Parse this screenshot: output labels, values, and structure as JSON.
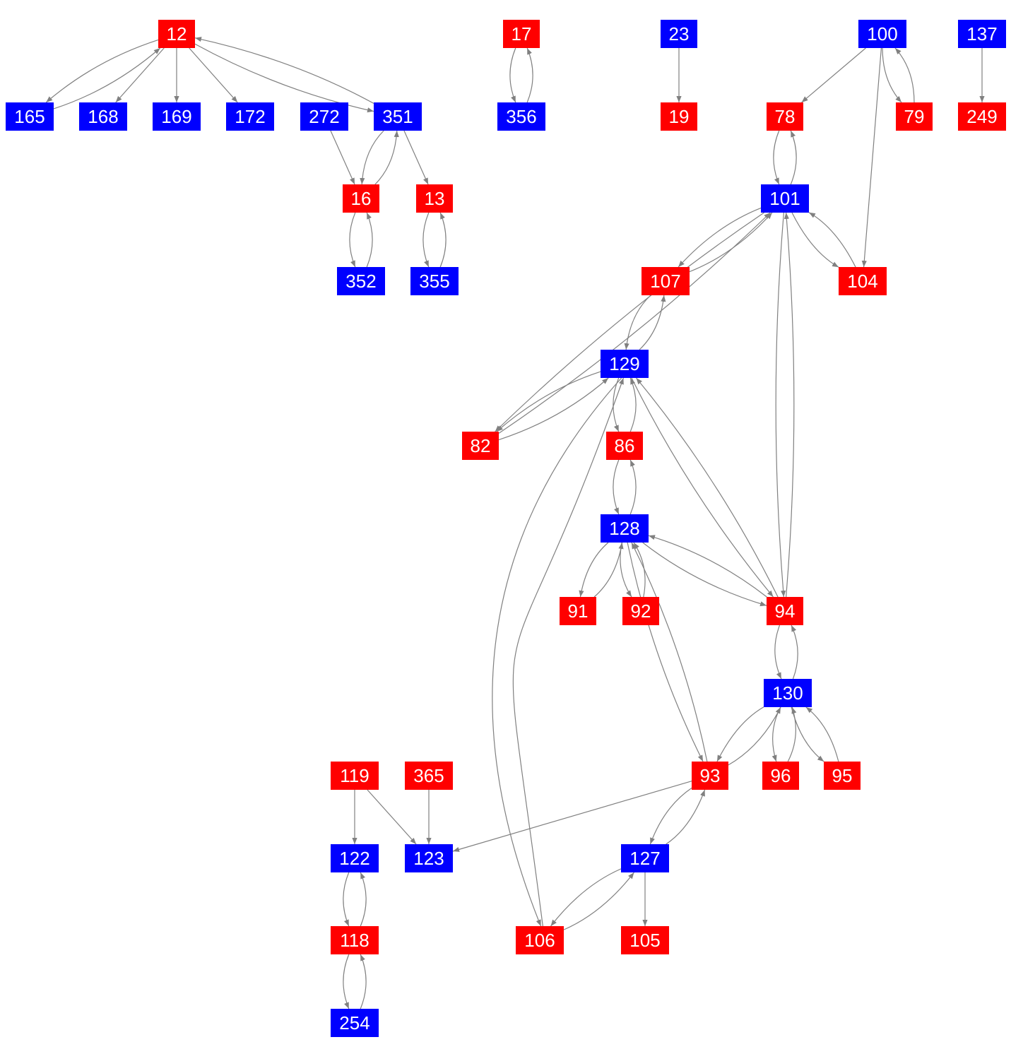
{
  "colors": {
    "red": "#ff0000",
    "blue": "#0000ff",
    "edge": "#808080",
    "label": "#ffffff"
  },
  "nodes": [
    {
      "id": "12",
      "color": "red"
    },
    {
      "id": "17",
      "color": "red"
    },
    {
      "id": "23",
      "color": "blue"
    },
    {
      "id": "100",
      "color": "blue"
    },
    {
      "id": "137",
      "color": "blue"
    },
    {
      "id": "165",
      "color": "blue"
    },
    {
      "id": "168",
      "color": "blue"
    },
    {
      "id": "169",
      "color": "blue"
    },
    {
      "id": "172",
      "color": "blue"
    },
    {
      "id": "272",
      "color": "blue"
    },
    {
      "id": "351",
      "color": "blue"
    },
    {
      "id": "356",
      "color": "blue"
    },
    {
      "id": "19",
      "color": "red"
    },
    {
      "id": "78",
      "color": "red"
    },
    {
      "id": "79",
      "color": "red"
    },
    {
      "id": "249",
      "color": "red"
    },
    {
      "id": "16",
      "color": "red"
    },
    {
      "id": "13",
      "color": "red"
    },
    {
      "id": "101",
      "color": "blue"
    },
    {
      "id": "352",
      "color": "blue"
    },
    {
      "id": "355",
      "color": "blue"
    },
    {
      "id": "107",
      "color": "red"
    },
    {
      "id": "104",
      "color": "red"
    },
    {
      "id": "129",
      "color": "blue"
    },
    {
      "id": "82",
      "color": "red"
    },
    {
      "id": "86",
      "color": "red"
    },
    {
      "id": "128",
      "color": "blue"
    },
    {
      "id": "91",
      "color": "red"
    },
    {
      "id": "92",
      "color": "red"
    },
    {
      "id": "94",
      "color": "red"
    },
    {
      "id": "130",
      "color": "blue"
    },
    {
      "id": "119",
      "color": "red"
    },
    {
      "id": "365",
      "color": "red"
    },
    {
      "id": "93",
      "color": "red"
    },
    {
      "id": "96",
      "color": "red"
    },
    {
      "id": "95",
      "color": "red"
    },
    {
      "id": "122",
      "color": "blue"
    },
    {
      "id": "123",
      "color": "blue"
    },
    {
      "id": "127",
      "color": "blue"
    },
    {
      "id": "118",
      "color": "red"
    },
    {
      "id": "106",
      "color": "red"
    },
    {
      "id": "105",
      "color": "red"
    },
    {
      "id": "254",
      "color": "blue"
    }
  ],
  "edges": [
    [
      "12",
      "165"
    ],
    [
      "165",
      "12"
    ],
    [
      "12",
      "168"
    ],
    [
      "12",
      "169"
    ],
    [
      "12",
      "172"
    ],
    [
      "12",
      "351"
    ],
    [
      "351",
      "12"
    ],
    [
      "272",
      "16"
    ],
    [
      "351",
      "16"
    ],
    [
      "16",
      "351"
    ],
    [
      "351",
      "13"
    ],
    [
      "16",
      "352"
    ],
    [
      "352",
      "16"
    ],
    [
      "13",
      "355"
    ],
    [
      "355",
      "13"
    ],
    [
      "17",
      "356"
    ],
    [
      "356",
      "17"
    ],
    [
      "23",
      "19"
    ],
    [
      "137",
      "249"
    ],
    [
      "100",
      "78"
    ],
    [
      "100",
      "79"
    ],
    [
      "79",
      "100"
    ],
    [
      "100",
      "104"
    ],
    [
      "78",
      "101"
    ],
    [
      "101",
      "78"
    ],
    [
      "101",
      "107"
    ],
    [
      "107",
      "101"
    ],
    [
      "101",
      "104"
    ],
    [
      "104",
      "101"
    ],
    [
      "101",
      "82"
    ],
    [
      "82",
      "101"
    ],
    [
      "101",
      "94"
    ],
    [
      "94",
      "101"
    ],
    [
      "107",
      "129"
    ],
    [
      "129",
      "107"
    ],
    [
      "129",
      "82"
    ],
    [
      "82",
      "129"
    ],
    [
      "129",
      "86"
    ],
    [
      "86",
      "129"
    ],
    [
      "129",
      "94"
    ],
    [
      "94",
      "129"
    ],
    [
      "129",
      "106"
    ],
    [
      "106",
      "129"
    ],
    [
      "86",
      "128"
    ],
    [
      "128",
      "86"
    ],
    [
      "128",
      "91"
    ],
    [
      "91",
      "128"
    ],
    [
      "128",
      "92"
    ],
    [
      "92",
      "128"
    ],
    [
      "128",
      "94"
    ],
    [
      "94",
      "128"
    ],
    [
      "128",
      "93"
    ],
    [
      "93",
      "128"
    ],
    [
      "94",
      "130"
    ],
    [
      "130",
      "94"
    ],
    [
      "130",
      "93"
    ],
    [
      "93",
      "130"
    ],
    [
      "130",
      "96"
    ],
    [
      "96",
      "130"
    ],
    [
      "130",
      "95"
    ],
    [
      "95",
      "130"
    ],
    [
      "93",
      "123"
    ],
    [
      "93",
      "127"
    ],
    [
      "127",
      "93"
    ],
    [
      "119",
      "122"
    ],
    [
      "119",
      "123"
    ],
    [
      "365",
      "123"
    ],
    [
      "122",
      "118"
    ],
    [
      "118",
      "122"
    ],
    [
      "118",
      "254"
    ],
    [
      "254",
      "118"
    ],
    [
      "127",
      "106"
    ],
    [
      "106",
      "127"
    ],
    [
      "127",
      "105"
    ]
  ]
}
